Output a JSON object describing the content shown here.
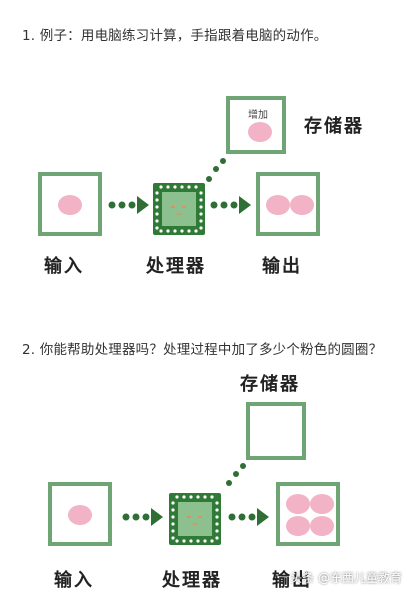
{
  "example": {
    "instruction": "1. 例子：用电脑练习计算，手指跟着电脑的动作。",
    "input_label": "输入",
    "processor_label": "处理器",
    "output_label": "输出",
    "memory_label": "存储器",
    "memory_note": "增加"
  },
  "question": {
    "instruction": "2. 你能帮助处理器吗？处理过程中加了多少个粉色的圆圈？",
    "input_label": "输入",
    "processor_label": "处理器",
    "output_label": "输出",
    "memory_label": "存储器"
  },
  "watermark": "头条 @东西儿童教育",
  "colors": {
    "frame": "#6fa575",
    "chip": "#2f7a36",
    "chip_core": "#8cc08e",
    "pink": "#f2b3c6",
    "arrow": "#2f6e35"
  }
}
